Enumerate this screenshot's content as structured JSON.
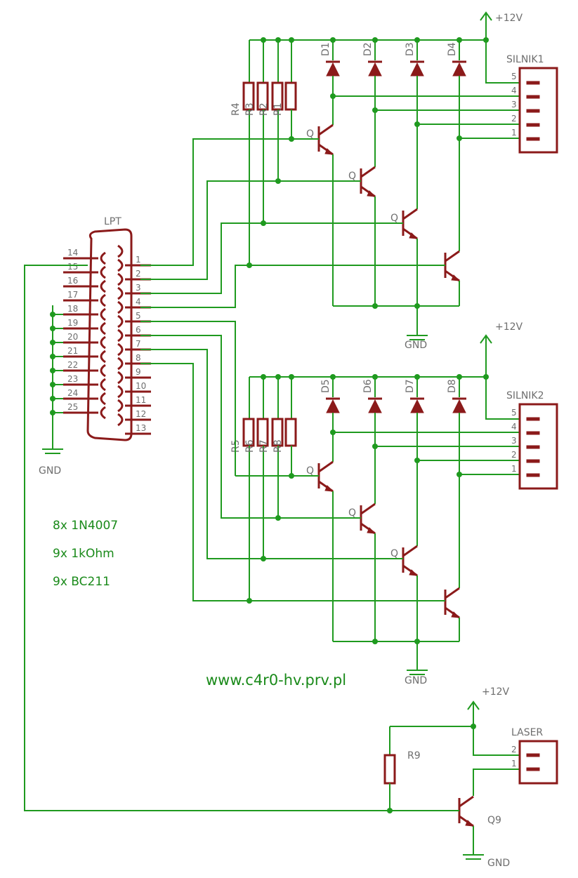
{
  "supply": {
    "vplus": "+12V",
    "gnd": "GND"
  },
  "connector_lpt": {
    "name": "LPT",
    "left_pins": [
      "14",
      "15",
      "16",
      "17",
      "18",
      "19",
      "20",
      "21",
      "22",
      "23",
      "24",
      "25"
    ],
    "right_pins": [
      "1",
      "2",
      "3",
      "4",
      "5",
      "6",
      "7",
      "8",
      "9",
      "10",
      "11",
      "12",
      "13"
    ]
  },
  "motor1": {
    "name": "SILNIK1",
    "pins": [
      "5",
      "4",
      "3",
      "2",
      "1"
    ],
    "diodes": [
      "D1",
      "D2",
      "D3",
      "D4"
    ],
    "resistors": [
      "R4",
      "R3",
      "R2",
      "R1"
    ],
    "transistor": "Q"
  },
  "motor2": {
    "name": "SILNIK2",
    "pins": [
      "5",
      "4",
      "3",
      "2",
      "1"
    ],
    "diodes": [
      "D5",
      "D6",
      "D7",
      "D8"
    ],
    "resistors": [
      "R5",
      "R6",
      "R7",
      "R8"
    ],
    "transistor": "Q"
  },
  "laser": {
    "name": "LASER",
    "pins": [
      "2",
      "1"
    ],
    "resistor": "R9",
    "transistor": "Q9"
  },
  "parts_list": [
    "8x 1N4007",
    "9x 1kOhm",
    "9x BC211"
  ],
  "website": "www.c4r0-hv.prv.pl",
  "colors": {
    "wire": "#1f9a1f",
    "component": "#8b1a1a",
    "label": "#6e6e6e",
    "note": "#1a8a1a"
  }
}
